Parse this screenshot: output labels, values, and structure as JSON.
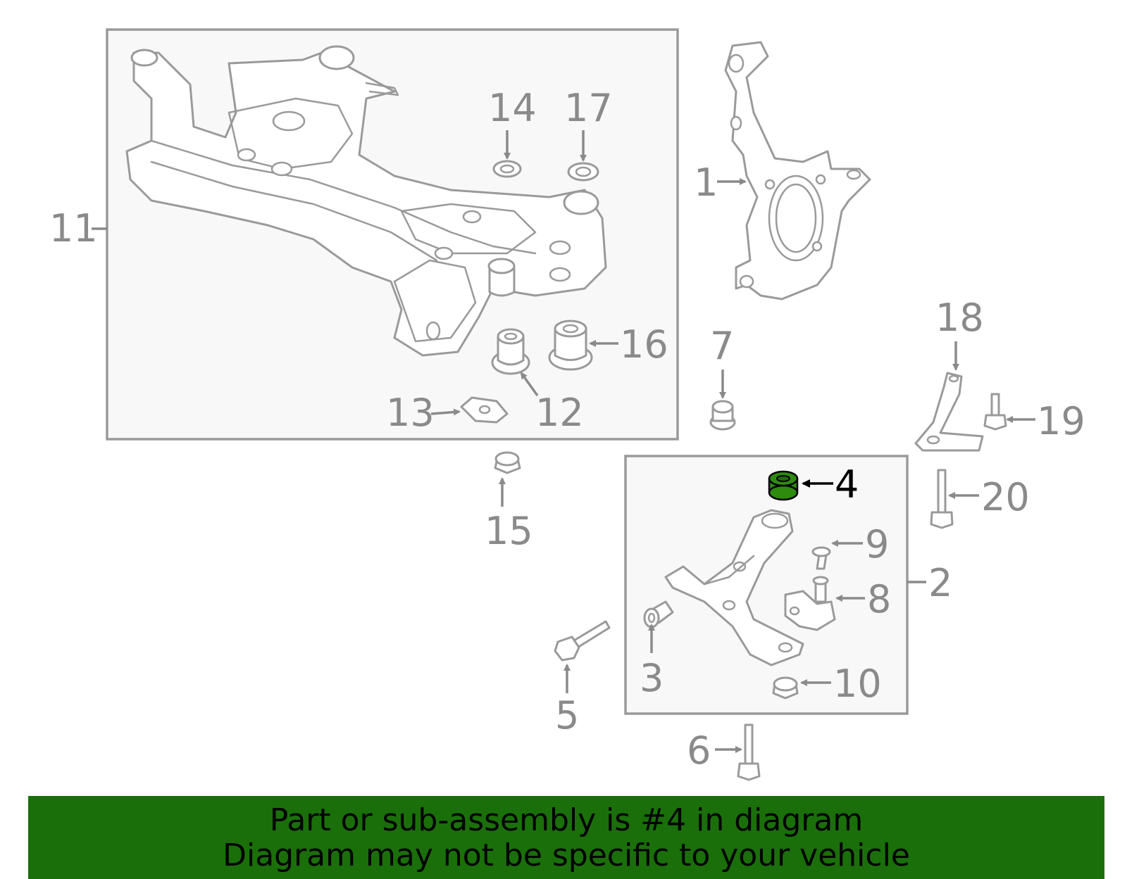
{
  "colors": {
    "banner_background": "#1a6f0a",
    "highlight_part": "#2e8b0e",
    "line_art": "#9a9a9a",
    "callout_text": "#8a8a8a"
  },
  "callouts": {
    "c1": "1",
    "c2": "2",
    "c3": "3",
    "c4": "4",
    "c5": "5",
    "c6": "6",
    "c7": "7",
    "c8": "8",
    "c9": "9",
    "c10": "10",
    "c11": "11",
    "c12": "12",
    "c13": "13",
    "c14": "14",
    "c15": "15",
    "c16": "16",
    "c17": "17",
    "c18": "18",
    "c19": "19",
    "c20": "20"
  },
  "highlighted_part": "4",
  "banner": {
    "line1": "Part or sub-assembly is #4 in diagram",
    "line2": "Diagram may not be specific to your vehicle"
  }
}
